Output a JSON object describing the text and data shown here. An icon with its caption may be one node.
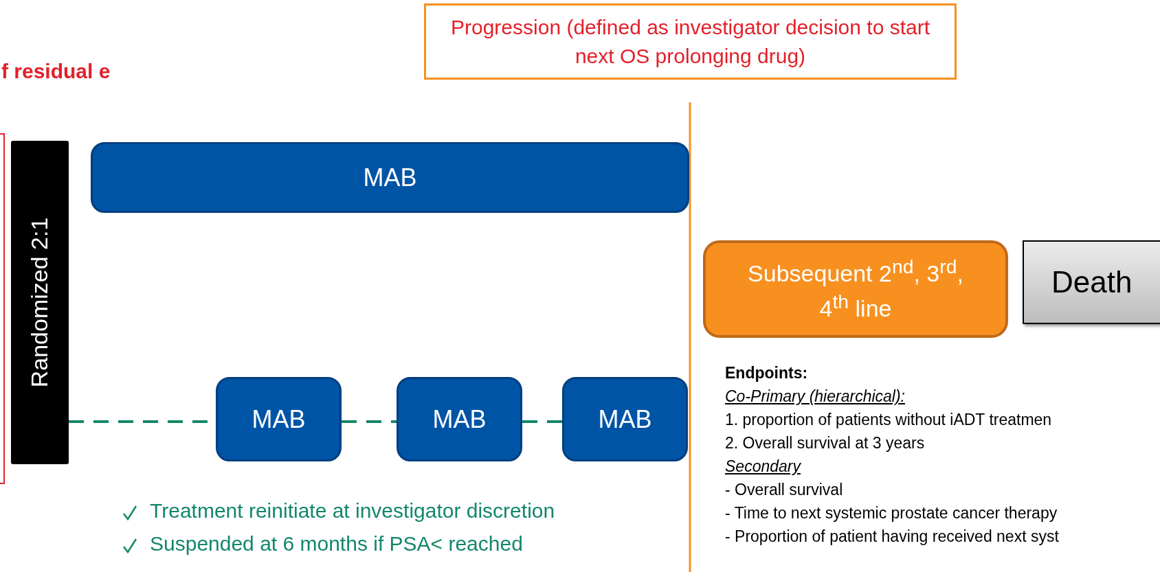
{
  "diagram": {
    "nodes": [
      {
        "text": [
          "Progression (defined as investigator decision to start next OS prolonging drug)"
        ]
      },
      {
        "text": [],
        "shape": "box"
      },
      {
        "text": [
          "Randomized 2:1"
        ]
      },
      {
        "text": [
          "MAB"
        ]
      },
      {
        "text": [
          "MAB"
        ]
      },
      {
        "text": [
          "MAB"
        ]
      },
      {
        "text": [
          "MAB"
        ]
      },
      {
        "text": [
          "Subsequent 2$^{nd}$, 3$^{rd}$, 4$^{th}$ line"
        ]
      },
      {
        "text": [
          "Death"
        ]
      }
    ],
    "edges": [
      {
        "from": 2,
        "to": 4,
        "arrow": "none",
        "style": "dashed",
        "color": "#13876a"
      },
      {
        "from": 4,
        "to": 5,
        "arrow": "none",
        "style": "dashed",
        "color": "#13876a"
      },
      {
        "from": 5,
        "to": 6,
        "arrow": "none",
        "style": "dashed",
        "color": "#13876a"
      }
    ],
    "labels": [
      "f residual e",
      "Treatment reinitiate at investigator discretion",
      "Suspended at 6 months if PSA< reached",
      "Endpoints:",
      "Co-Primary (hierarchical):",
      "1. proportion of patients without iADT treatmen",
      "2. Overall survival at 3 years",
      "Secondary",
      "- Overall survival",
      "- Time to next systemic prostate cancer therapy",
      "- Proportion of patient having received next syst"
    ]
  }
}
